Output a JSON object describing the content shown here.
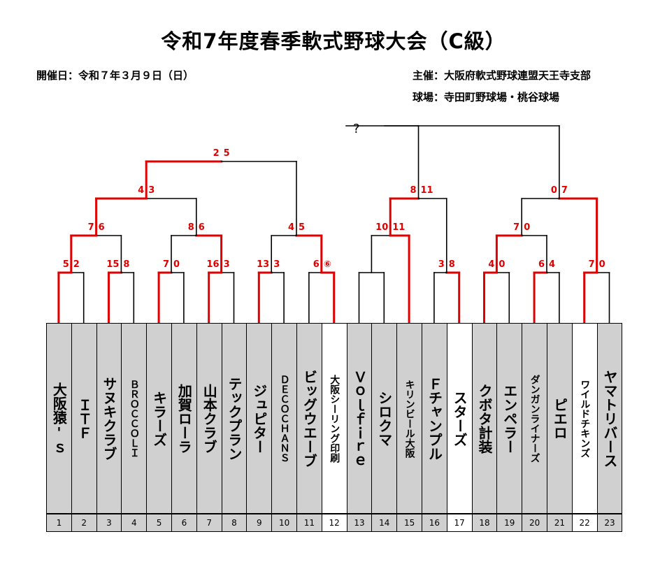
{
  "title": "令和7年度春季軟式野球大会（C級）",
  "date": "開催日：令和７年３月９日（日）",
  "organizer": "主催：大阪府軟式野球連盟天王寺支部",
  "venue": "球場：寺田町野球場・桃谷球場",
  "winner": "?",
  "teams": [
    {
      "no": "1",
      "name": "大阪猿'ｓ",
      "bg": "gray"
    },
    {
      "no": "2",
      "name": "ＩＴＦ",
      "bg": "gray"
    },
    {
      "no": "3",
      "name": "サヌキクラブ",
      "bg": "gray"
    },
    {
      "no": "4",
      "name": "ＢＲＯＣＣＯＬＩ",
      "bg": "gray"
    },
    {
      "no": "5",
      "name": "キラーズ",
      "bg": "gray"
    },
    {
      "no": "6",
      "name": "加賀ローラ",
      "bg": "gray"
    },
    {
      "no": "7",
      "name": "山本クラブ",
      "bg": "gray"
    },
    {
      "no": "8",
      "name": "テックプラン",
      "bg": "gray"
    },
    {
      "no": "9",
      "name": "ジュピター",
      "bg": "gray"
    },
    {
      "no": "10",
      "name": "ＤＥＣＯＣＨＡＮＳ",
      "bg": "gray"
    },
    {
      "no": "11",
      "name": "ビッグウエーブ",
      "bg": "gray"
    },
    {
      "no": "12",
      "name": "大阪シーリング印刷",
      "bg": "white"
    },
    {
      "no": "13",
      "name": "Ｖｏｌｆｉｒｅ",
      "bg": "gray"
    },
    {
      "no": "14",
      "name": "シロクマ",
      "bg": "gray"
    },
    {
      "no": "15",
      "name": "キリンビール大阪",
      "bg": "gray"
    },
    {
      "no": "16",
      "name": "Ｆチャンプル",
      "bg": "gray"
    },
    {
      "no": "17",
      "name": "スターズ",
      "bg": "white"
    },
    {
      "no": "18",
      "name": "クボタ計装",
      "bg": "gray"
    },
    {
      "no": "19",
      "name": "エンペラー",
      "bg": "gray"
    },
    {
      "no": "20",
      "name": "ダンガンライナーズ",
      "bg": "gray"
    },
    {
      "no": "21",
      "name": "ピエロ",
      "bg": "gray"
    },
    {
      "no": "22",
      "name": "ワイルドチキンズ",
      "bg": "white"
    },
    {
      "no": "23",
      "name": "ヤマトリバース",
      "bg": "gray"
    }
  ],
  "matches": [
    {
      "id": "m1",
      "a": "t1",
      "b": "t2",
      "sa": "5",
      "sb": "2",
      "winner": "a"
    },
    {
      "id": "m2",
      "a": "t3",
      "b": "t4",
      "sa": "15",
      "sb": "8",
      "winner": "a"
    },
    {
      "id": "m3",
      "a": "t5",
      "b": "t6",
      "sa": "7",
      "sb": "0",
      "winner": "a"
    },
    {
      "id": "m4",
      "a": "t7",
      "b": "t8",
      "sa": "16",
      "sb": "3",
      "winner": "a"
    },
    {
      "id": "m5",
      "a": "t9",
      "b": "t10",
      "sa": "13",
      "sb": "3",
      "winner": "a"
    },
    {
      "id": "m6",
      "a": "t11",
      "b": "t12",
      "sa": "6",
      "sb": "⑥",
      "winner": "b"
    },
    {
      "id": "m7",
      "a": "t13",
      "b": "t14",
      "sa": "",
      "sb": "",
      "winner": ""
    },
    {
      "id": "m8",
      "a": "m7",
      "b": "t15",
      "sa": "10",
      "sb": "11",
      "winner": "b"
    },
    {
      "id": "m9",
      "a": "t16",
      "b": "t17",
      "sa": "3",
      "sb": "8",
      "winner": "b"
    },
    {
      "id": "m10",
      "a": "t18",
      "b": "t19",
      "sa": "4",
      "sb": "0",
      "winner": "a"
    },
    {
      "id": "m11",
      "a": "t20",
      "b": "t21",
      "sa": "6",
      "sb": "4",
      "winner": "a"
    },
    {
      "id": "m12",
      "a": "t22",
      "b": "t23",
      "sa": "7",
      "sb": "0",
      "winner": "a"
    },
    {
      "id": "m13",
      "a": "m1",
      "b": "m2",
      "sa": "7",
      "sb": "6",
      "winner": "a"
    },
    {
      "id": "m14",
      "a": "m3",
      "b": "m4",
      "sa": "8",
      "sb": "6",
      "winner": "b"
    },
    {
      "id": "m15",
      "a": "m5",
      "b": "m6",
      "sa": "4",
      "sb": "5",
      "winner": "b"
    },
    {
      "id": "m16",
      "a": "m8",
      "b": "m9",
      "sa": "8",
      "sb": "11",
      "winner": "a"
    },
    {
      "id": "m17",
      "a": "m10",
      "b": "m11",
      "sa": "7",
      "sb": "0",
      "winner": "a"
    },
    {
      "id": "m18",
      "a": "m13",
      "b": "m14",
      "sa": "4",
      "sb": "3",
      "winner": "a"
    },
    {
      "id": "m19",
      "a": "m17",
      "b": "m12",
      "sa": "0",
      "sb": "7",
      "winner": "b"
    },
    {
      "id": "m20",
      "a": "m18",
      "b": "m15",
      "sa": "2",
      "sb": "5",
      "winner": "a"
    },
    {
      "id": "m21",
      "a": "m16",
      "b": "m19",
      "sa": "",
      "sb": "",
      "winner": ""
    }
  ],
  "colors": {
    "win": "#e00000",
    "line": "#000000",
    "cell_gray": "#d0d0d0",
    "cell_white": "#ffffff"
  }
}
